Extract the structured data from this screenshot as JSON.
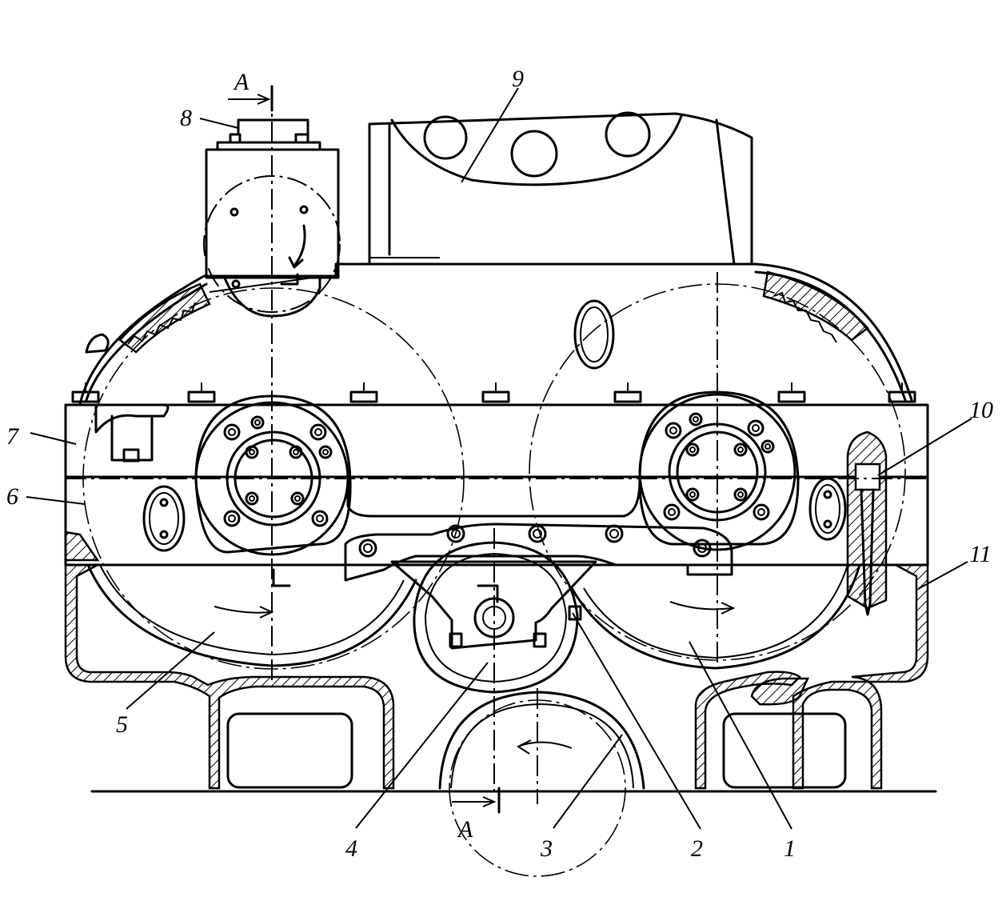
{
  "section": {
    "letter_top": "A",
    "letter_bottom": "A"
  },
  "callouts": [
    "1",
    "2",
    "3",
    "4",
    "5",
    "6",
    "7",
    "8",
    "9",
    "10",
    "11"
  ]
}
